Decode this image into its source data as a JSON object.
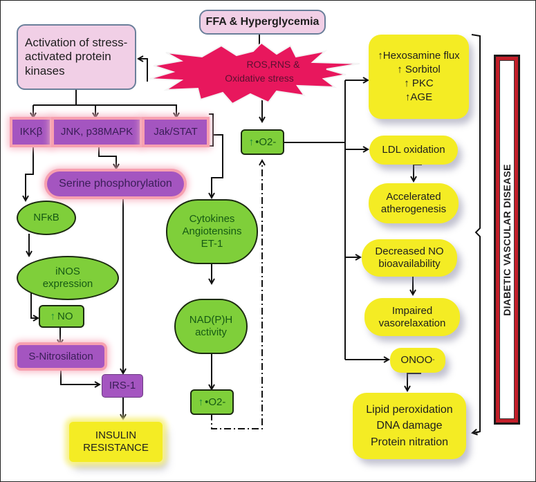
{
  "diagram": {
    "title_node": "FFA & Hyperglycemia",
    "stress_burst": {
      "line1": "ROS,RNS &",
      "line2": "Oxidative stress"
    },
    "kinase_activation": "Activation of stress-activated protein kinases",
    "kinases": [
      "IKKβ",
      "JNK, p38MAPK",
      "Jak/STAT"
    ],
    "serine": "Serine phosphorylation",
    "nfkb": "NFκB",
    "inos": {
      "line1": "iNOS",
      "line2": "expression"
    },
    "no_up": {
      "arrow": "↑",
      "label": "NO"
    },
    "s_nitrosilation": "S-Nitrosilation",
    "irs1": "IRS-1",
    "insulin_resistance": {
      "line1": "INSULIN",
      "line2": "RESISTANCE"
    },
    "cytokines": {
      "line1": "Cytokines",
      "line2": "Angiotensins",
      "line3": "ET-1"
    },
    "nadph": {
      "line1": "NAD(P)H",
      "line2": "activity"
    },
    "superoxide_top": {
      "arrow": "↑",
      "label": "•O2-"
    },
    "superoxide_bottom": {
      "arrow": "↑",
      "label": "•O2-"
    },
    "pathways": {
      "lines": [
        {
          "arrow": "↑",
          "label": "Hexosamine flux"
        },
        {
          "arrow": "↑",
          "label": "Sorbitol"
        },
        {
          "arrow": "↑",
          "label": "PKC"
        },
        {
          "arrow": "↑",
          "label": "AGE"
        }
      ]
    },
    "ldl": "LDL oxidation",
    "atherogenesis": {
      "line1": "Accelerated",
      "line2": "atherogenesis"
    },
    "no_bio": {
      "line1": "Decreased NO",
      "line2": "bioavailability"
    },
    "vaso": {
      "line1": "Impaired",
      "line2": "vasorelaxation"
    },
    "onoo": {
      "label": "ONOO",
      "sup": "-"
    },
    "damage": {
      "line1": "Lipid peroxidation",
      "line2": "DNA damage",
      "line3": "Protein nitration"
    },
    "disease_label": "DIABETIC VASCULAR DISEASE"
  },
  "colors": {
    "pink_node": "#f1cfe6",
    "purple_node": "#a455c0",
    "green_node": "#7fcf3a",
    "yellow_node": "#f4ec24",
    "burst": "#e8175d",
    "disease_border": "#c31f2a"
  }
}
